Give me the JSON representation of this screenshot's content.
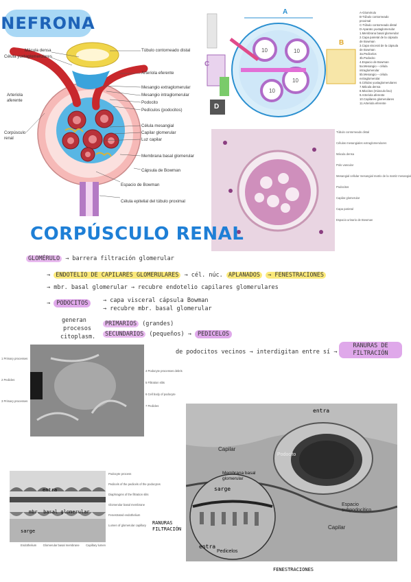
{
  "title": "NEFRONA",
  "section_title": "CORPÚSCULO RENAL",
  "nephron_labels": {
    "macula_densa": "Mácula densa",
    "celula_yuxta": "Célula yuxtaglomerulares",
    "arteriola_aferente": "Arteriola aferente",
    "corpusculo_renal": "Corpúsculo renal",
    "tubulo_distal": "Túbulo contorneado distal",
    "arteriola_eferente": "Arteriola eferente",
    "mesangio_extra": "Mesangio extraglomerular",
    "mesangio_intra": "Mesangio intraglomerular",
    "podocito": "Podocito",
    "pediculos": "Pedículos (podocitos)",
    "celula_mesangial": "Célula mesangial",
    "capilar_glomerular": "Capilar glomerular",
    "luz_capilar": "Luz capilar",
    "membrana_basal": "Membrana basal glomerular",
    "capsula_bowman": "Cápsula de Bowman",
    "espacio_bowman": "Espacio de Bowman",
    "celula_epitelial": "Célula epitelial del túbulo proximal"
  },
  "schema": {
    "letter_a": "A",
    "letter_b": "B",
    "letter_c": "C",
    "letter_d": "D",
    "ten": "10",
    "legend": [
      "A-Glomérulo",
      "B-Túbulo contorneado",
      "proximal",
      "C-Túbulo contorneado distal",
      "D-Aparato yuxtaglomerular",
      "",
      "1.Membrana basal glomerular",
      "2.Capa parietal de la cápsula",
      "de Bowman",
      "3.Capa visceral de la cápsula",
      "de Bowman",
      "3a.Pedicelos",
      "3b.Podocito",
      "4.Espacio de Bowman",
      "5a.Mesangio – célula",
      "intraglomerular",
      "5b.Mesangio – célula",
      "extraglomerular",
      "6.Células yuxtaglomerulares",
      "7.Mácula densa",
      "8.Miocitos (músculo liso)",
      "9.Arteriola aferente",
      "10.Capilares glomerulares",
      "11.Arteriola eferente"
    ]
  },
  "histo_labels": [
    "Túbulo contorneado distal",
    "Células mesangiales extraglomerulares",
    "Mácula densa",
    "Polo vascular",
    "Mesangial cellular mesangial matrix de la matriz mesangial",
    "Podocitos",
    "Capilar glomerular",
    "Capa parietal",
    "Espacio urinario de Bowman"
  ],
  "notes": {
    "glomerulo": "GLOMÉRULO",
    "barrera": "→ barrera filtración glomerular",
    "endotelio": "ENDOTELIO DE CAPILARES GLOMERULARES",
    "cel_nuc": "→ cél. núc.",
    "aplanados": "APLANADOS",
    "fenestraciones": "→ FENESTRACIONES",
    "mbr_basal": "→ mbr. basal glomerular → recubre endotelio capilares glomerulares",
    "podocitos": "PODOCITOS",
    "capa_visceral": "→ capa visceral cápsula Bowman",
    "recubre_mbr": "→ recubre mbr. basal glomerular",
    "generan": "generan",
    "procesos": "procesos",
    "citoplasm": "citoplasm.",
    "primarios": "PRIMARIOS",
    "grandes": "(grandes)",
    "secundarios": "SECUNDARIOS",
    "pequeños": "(pequeños) →",
    "pediculos": "PEDICELOS",
    "de_podocitos": "de podocitos vecinos → interdigitan entre sí →",
    "ranuras": "RANURAS DE FILTRACIÓN"
  },
  "sem_labels_left": [
    "1 Primary processes",
    "2 Pedicles",
    "3 Primary processes"
  ],
  "sem_labels_right": [
    "4 Podocyte processes debris",
    "5 Filtration slits",
    "6 Cell body of podocyte",
    "7 Pedicles"
  ],
  "tem1_labels": {
    "sarge": "sarge",
    "entra": "entra",
    "mbr_basal": "mbr. basal glomerular",
    "side": [
      "Podocyte process",
      "Pedicels of the pedicels of the podocytes",
      "Diaphragms of the filtration slits",
      "Glomerular basal membrane",
      "Fenestrated endothelium",
      "Lumen of glomerular capillary"
    ],
    "bottom": [
      "Endothelium",
      "Glomerular basal membrane",
      "Capillary lumen"
    ]
  },
  "tem2_labels": {
    "entra_top": "entra",
    "capilar": "Capilar",
    "podocito": "Podocito",
    "membrana": "Membrana basal glomerular",
    "sarge": "sarge",
    "espacio": "Espacio subpodocítico",
    "capilar2": "Capilar",
    "entra": "entra",
    "pedicelos": "Pedicelos",
    "ranuras": "RANURAS FILTRACIÓN",
    "fenestraciones": "FENESTRACIONES"
  },
  "colors": {
    "title_bubble": "#a9d8f5",
    "title_text": "#1e63b8",
    "section_text": "#1e7fd6",
    "highlight_yellow": "#fbe97a",
    "highlight_purple": "#e8b9ef",
    "artery_red": "#c8282c",
    "capsule_pink": "#f3b3b3",
    "mesangium_blue": "#3aa3dc",
    "tubule_purple": "#a56ab8"
  }
}
